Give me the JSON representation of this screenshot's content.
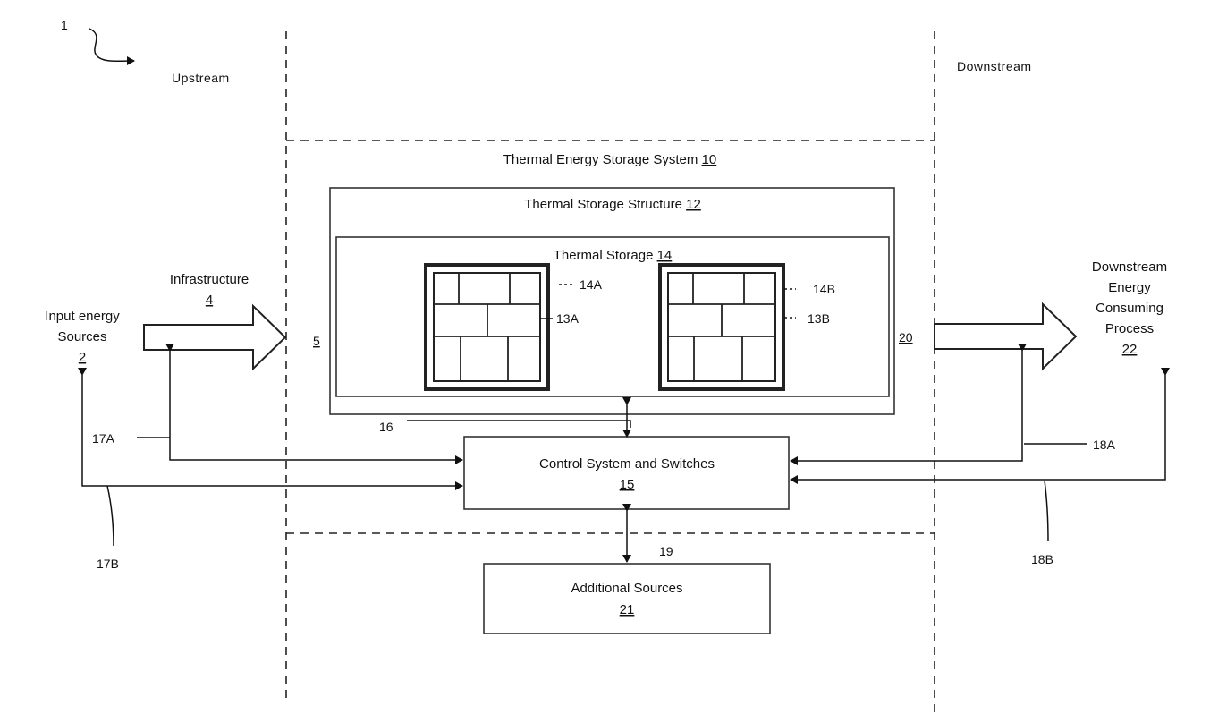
{
  "figure": {
    "ref": "1"
  },
  "regions": {
    "upstream": "Upstream",
    "downstream": "Downstream"
  },
  "tes_system": {
    "label": "Thermal Energy Storage System",
    "ref": "10"
  },
  "storage_structure": {
    "label": "Thermal Storage Structure",
    "ref": "12"
  },
  "thermal_storage": {
    "label": "Thermal Storage",
    "ref": "14"
  },
  "storage_units": [
    {
      "ref": "14A",
      "brick_ref": "13A"
    },
    {
      "ref": "14B",
      "brick_ref": "13B"
    }
  ],
  "input_sources": {
    "line1": "Input energy",
    "line2": "Sources",
    "ref": "2"
  },
  "infrastructure": {
    "label": "Infrastructure",
    "ref": "4"
  },
  "inlet_ref": "5",
  "outlet_ref": "20",
  "downstream_process": {
    "line1": "Downstream",
    "line2": "Energy",
    "line3": "Consuming",
    "line4": "Process",
    "ref": "22"
  },
  "control_system": {
    "label": "Control System and Switches",
    "ref": "15"
  },
  "additional_sources": {
    "label": "Additional Sources",
    "ref": "21"
  },
  "signal_refs": {
    "r16": "16",
    "r17a": "17A",
    "r17b": "17B",
    "r18a": "18A",
    "r18b": "18B",
    "r19": "19"
  }
}
